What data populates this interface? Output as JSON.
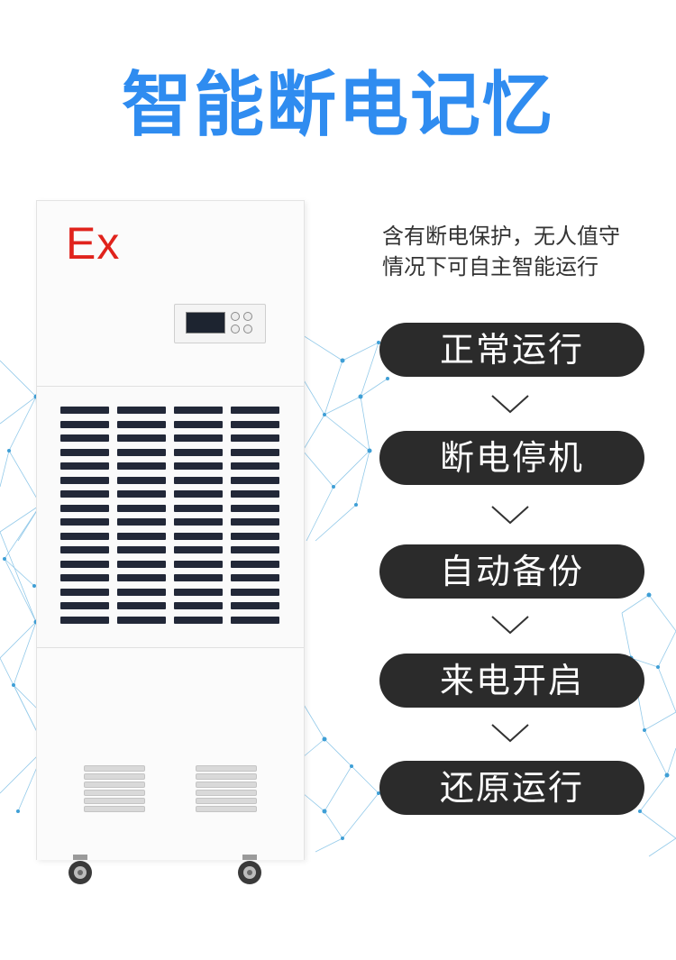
{
  "title": "智能断电记忆",
  "product": {
    "ex_mark": "Ex"
  },
  "description": {
    "line1": "含有断电保护，无人值守",
    "line2": "情况下可自主智能运行"
  },
  "steps": [
    {
      "label": "正常运行"
    },
    {
      "label": "断电停机"
    },
    {
      "label": "自动备份"
    },
    {
      "label": "来电开启"
    },
    {
      "label": "还原运行"
    }
  ],
  "colors": {
    "title": "#2f8cf0",
    "ex_mark": "#e0231c",
    "pill_bg": "#2b2b2b",
    "network": "#4aa8dc"
  },
  "icons": [
    "chevron-down-icon",
    "caster-wheel-icon",
    "network-decoration"
  ]
}
